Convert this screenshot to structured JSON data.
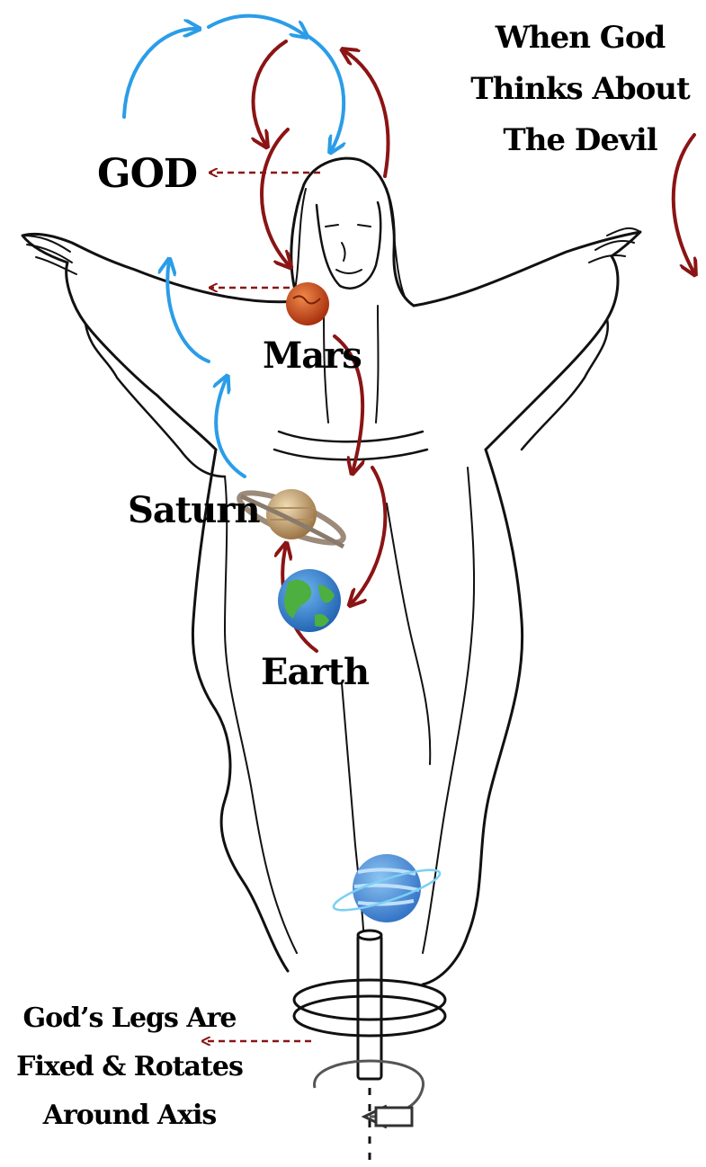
{
  "title": "When God Thinks About The Devil",
  "labels": {
    "god": "GOD",
    "mars": "Mars",
    "saturn": "Saturn",
    "earth": "Earth",
    "legs_note": "God’s Legs Are Fixed & Rotates Around Axis"
  },
  "colors": {
    "blue_arrow": "#2b9de8",
    "red_arrow": "#8b1414",
    "outline": "#111111",
    "mars": "#c9451c",
    "saturn": "#c9a77a",
    "earth_ocean": "#2f7fd0",
    "earth_land": "#4caf3f",
    "uranus": "#4a8fd8"
  },
  "icons": [
    "mars-planet-icon",
    "saturn-planet-icon",
    "earth-planet-icon",
    "blue-planet-icon",
    "rotation-arrow-icon"
  ]
}
